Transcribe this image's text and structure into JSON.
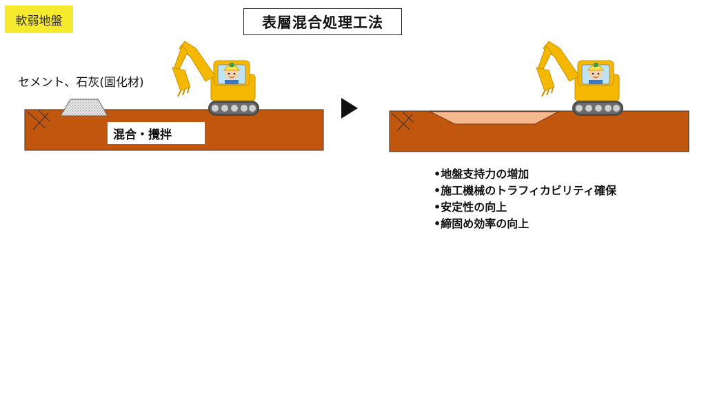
{
  "tag": "軟弱地盤",
  "title": "表層混合処理工法",
  "material_label": "セメント、石灰(固化材)",
  "mix_label": "混合・攪拌",
  "benefits": [
    "•地盤支持力の増加",
    "•施工機械のトラフィカビリティ確保",
    "•安定性の向上",
    "•締固め効率の向上"
  ],
  "colors": {
    "ground": "#c1560f",
    "treated_layer": "#f6b98f",
    "excavator": "#f5b800",
    "tag_bg": "#f5ea2e"
  },
  "icons": [
    "excavator-icon",
    "arrow-right-icon",
    "hatch-mark-icon"
  ]
}
